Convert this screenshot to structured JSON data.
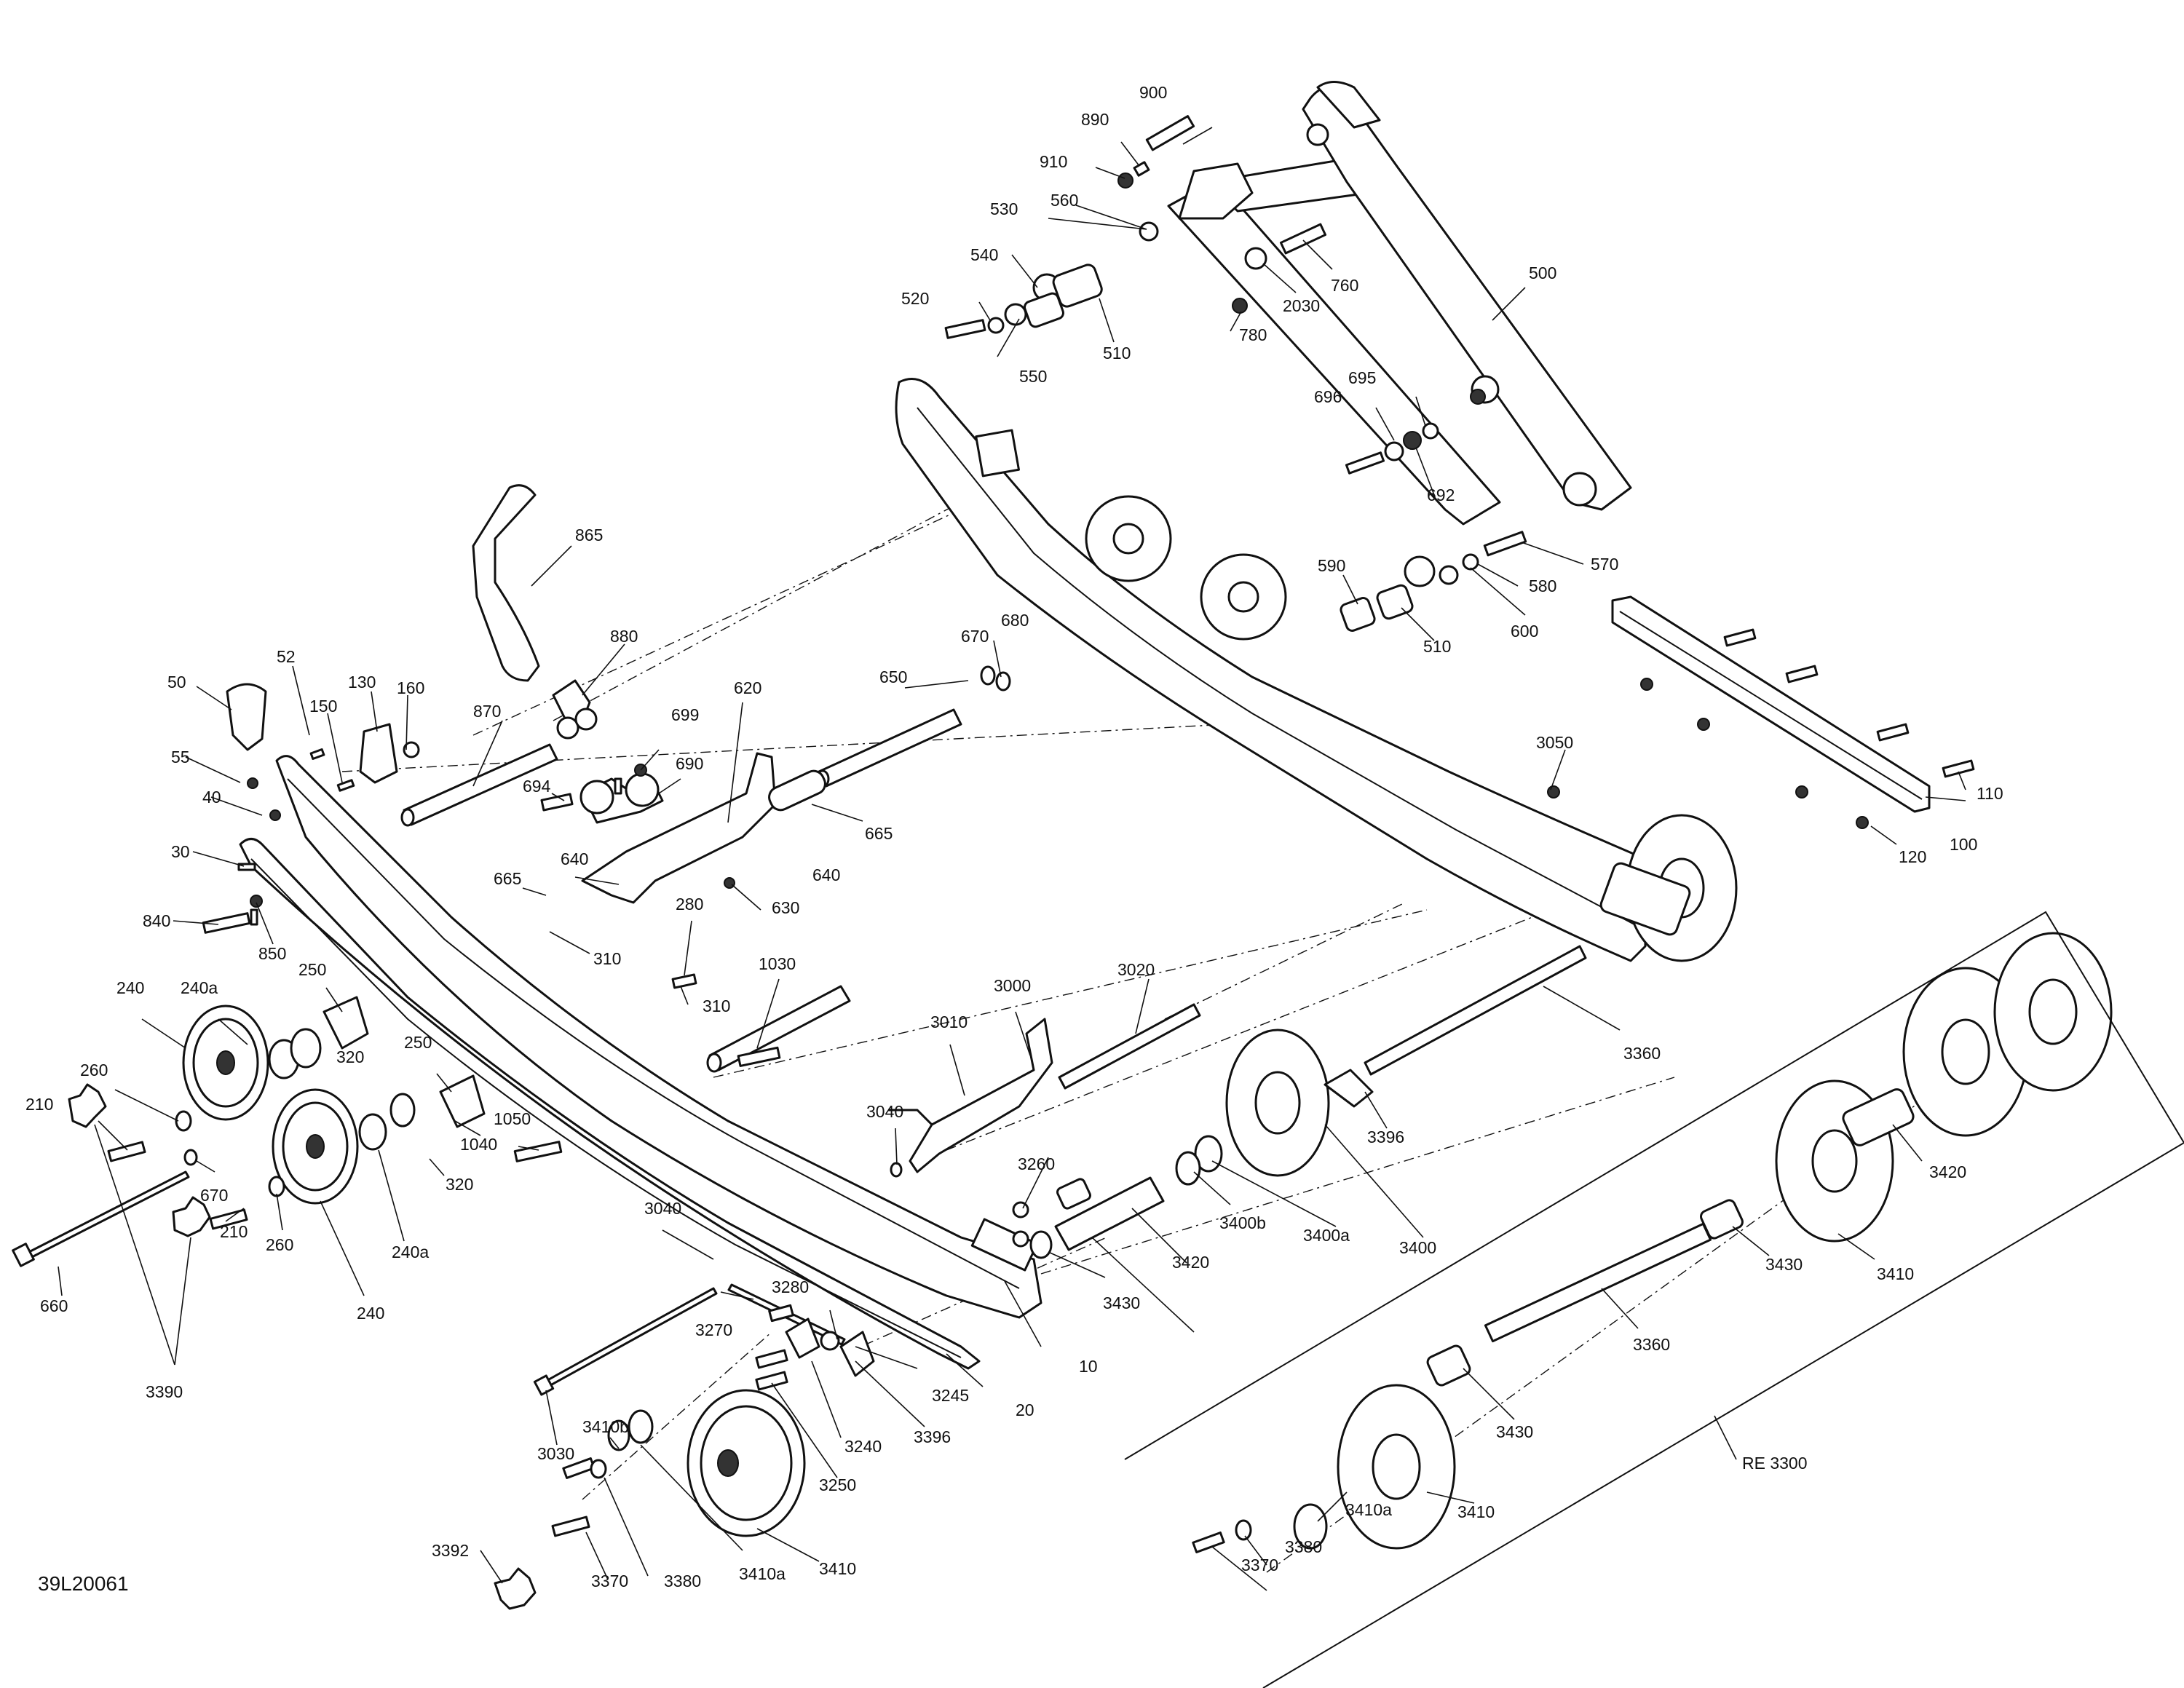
{
  "drawing": {
    "code": "39L20061",
    "group_label": "RE 3300"
  },
  "callouts": {
    "c900": "900",
    "c890": "890",
    "c910": "910",
    "c530": "530",
    "c560": "560",
    "c540": "540",
    "c520": "520",
    "c550": "550",
    "c510a": "510",
    "c780": "780",
    "c2030": "2030",
    "c760": "760",
    "c500": "500",
    "c695": "695",
    "c696": "696",
    "c692": "692",
    "c590": "590",
    "c510b": "510",
    "c600": "600",
    "c580": "580",
    "c570": "570",
    "c865": "865",
    "c880": "880",
    "c870": "870",
    "c52": "52",
    "c50": "50",
    "c130": "130",
    "c160": "160",
    "c150": "150",
    "c55": "55",
    "c40": "40",
    "c30": "30",
    "c840": "840",
    "c850": "850",
    "c694": "694",
    "c690": "690",
    "c699": "699",
    "c620": "620",
    "c650": "650",
    "c670a": "670",
    "c680": "680",
    "c665a": "665",
    "c640a": "640",
    "c640b": "640",
    "c665b": "665",
    "c630": "630",
    "c280": "280",
    "c310a": "310",
    "c310b": "310",
    "c240a_top": "240",
    "c240a_sub": "240a",
    "c250a": "250",
    "c250b": "250",
    "c320a": "320",
    "c320b": "320",
    "c260a": "260",
    "c210a": "210",
    "c670b": "670",
    "c1050": "1050",
    "c1040": "1040",
    "c210b": "210",
    "c260b": "260",
    "c240a_low": "240a",
    "c240b": "240",
    "c660": "660",
    "c3390": "3390",
    "c1030": "1030",
    "c3000": "3000",
    "c3010": "3010",
    "c3020": "3020",
    "c3040a": "3040",
    "c3040b": "3040",
    "c3050": "3050",
    "c3360a": "3360",
    "c3396a": "3396",
    "c3400": "3400",
    "c3400a": "3400a",
    "c3400b": "3400b",
    "c3420a": "3420",
    "c3430a": "3430",
    "c3260": "3260",
    "c10": "10",
    "c20": "20",
    "c3270": "3270",
    "c3280": "3280",
    "c3245": "3245",
    "c3240": "3240",
    "c3396b": "3396",
    "c3250": "3250",
    "c3030": "3030",
    "c3410b": "3410b",
    "c3392": "3392",
    "c3370a": "3370",
    "c3380a": "3380",
    "c3410a_l": "3410a",
    "c3410_l": "3410",
    "c110": "110",
    "c100": "100",
    "c120": "120",
    "c3420b": "3420",
    "c3430b": "3430",
    "c3410_r": "3410",
    "c3360b": "3360",
    "c3430c": "3430",
    "c3410a_r": "3410a",
    "c3410_r2": "3410",
    "c3380b": "3380",
    "c3370b": "3370"
  }
}
